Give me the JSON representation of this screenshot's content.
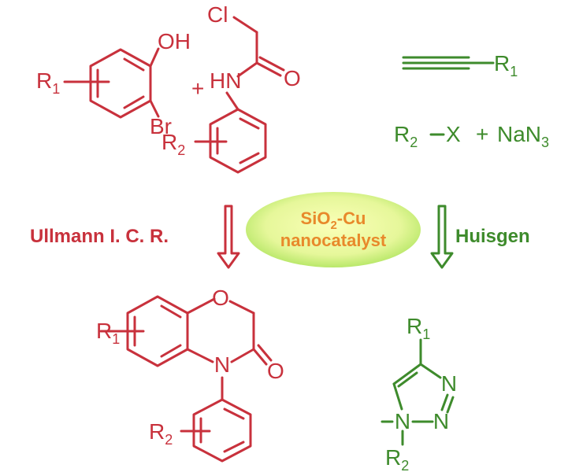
{
  "colors": {
    "ullmann_red": "#c8313c",
    "huisgen_green": "#3e8b2c",
    "catalyst_text": "#e8892b",
    "catalyst_fill_center": "#fbffb8",
    "catalyst_fill_edge": "#b9e86a"
  },
  "reactant_phenol": {
    "oh": "OH",
    "br": "Br",
    "r1": "R",
    "r1_sub": "1"
  },
  "reactant_amide": {
    "plus": "+",
    "cl": "Cl",
    "hn": "HN",
    "o": "O",
    "r2": "R",
    "r2_sub": "2"
  },
  "reactant_alkyne": {
    "r1": "R",
    "r1_sub": "1"
  },
  "reactant_halide": {
    "r2": "R",
    "r2_sub": "2",
    "x": "X",
    "plus": "+",
    "nan": "NaN",
    "nan_sub": "3"
  },
  "conditions": {
    "left_label": "Ullmann I. C. R.",
    "right_label": "Huisgen",
    "catalyst_line1_pre": "SiO",
    "catalyst_line1_sub": "2",
    "catalyst_line1_post": "-Cu",
    "catalyst_line2": "nanocatalyst"
  },
  "product_benzoxazinone": {
    "o_ring": "O",
    "n": "N",
    "o_carbonyl": "O",
    "r1": "R",
    "r1_sub": "1",
    "r2": "R",
    "r2_sub": "2"
  },
  "product_triazole": {
    "r1": "R",
    "r1_sub": "1",
    "n_top": "N",
    "n_right": "N",
    "n1": "N",
    "r2": "R",
    "r2_sub": "2"
  }
}
